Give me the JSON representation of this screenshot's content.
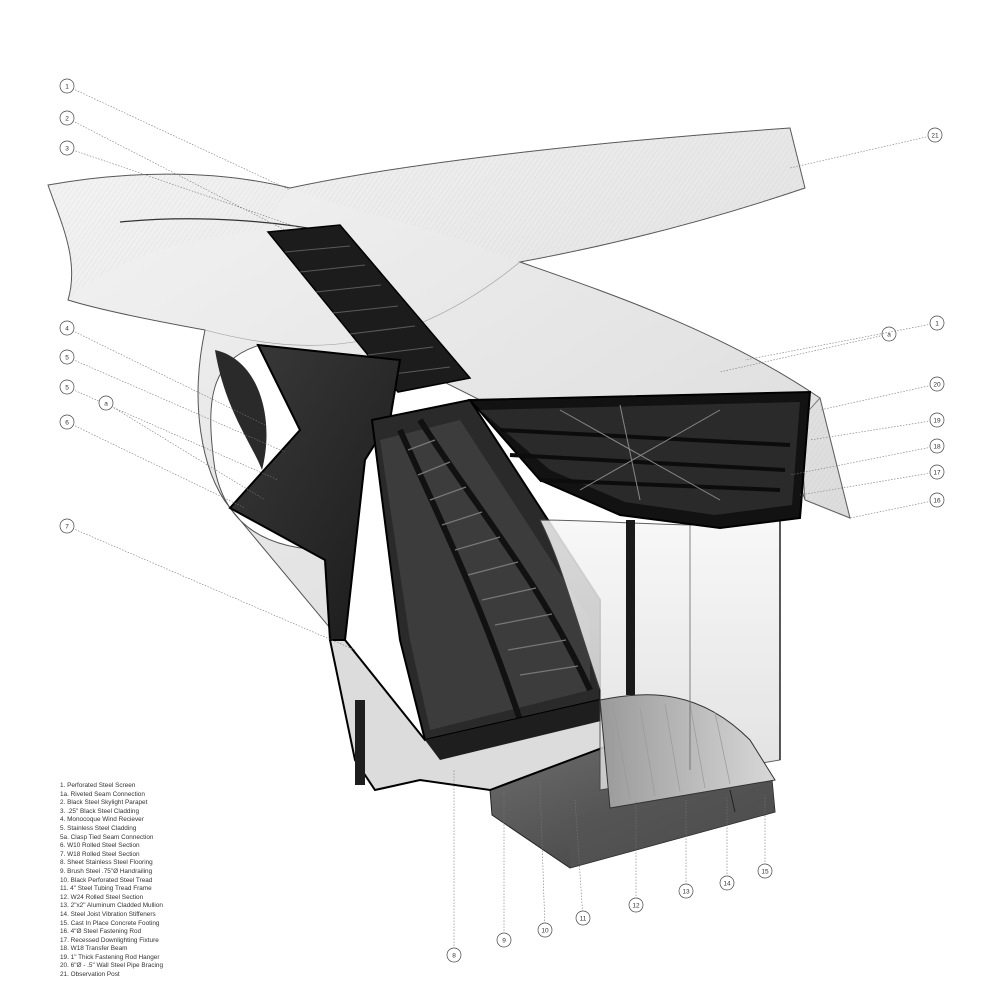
{
  "callout_labels": [
    "1",
    "2",
    "3",
    "21",
    "a",
    "1",
    "4",
    "5",
    "5",
    "a",
    "6",
    "20",
    "19",
    "18",
    "17",
    "16",
    "7",
    "8",
    "9",
    "10",
    "11",
    "12",
    "13",
    "14",
    "15"
  ],
  "legend": [
    "1. Perforated Steel Screen",
    "1a. Riveted Seam Connection",
    "2. Black Steel Skylight Parapet",
    "3. .25\" Black Steel Cladding",
    "4. Monocoque Wind Reciever",
    "5. Stainless Steel Cladding",
    "5a. Clasp Tied Seam Connection",
    "6. W10 Rolled Steel Section",
    "7. W18 Rolled Steel Section",
    "8. Sheet Stainless Steel Flooring",
    "9. Brush Steel .75\"Ø Handrailing",
    "10. Black Perforated Steel Tread",
    "11. 4\" Steel Tubing Tread Frame",
    "12. W24 Rolled Steel Section",
    "13. 2\"x2\" Aluminum Cladded Mullion",
    "14. Steel Joist Vibration Stiffeners",
    "15. Cast In Place Concrete Footing",
    "16. 4\"Ø Steel Fastening Rod",
    "17. Recessed Downlighting Fixture",
    "18. W18 Transfer Beam",
    "19. 1\" Thick Fastening Rod Hanger",
    "20. 6\"Ø - .5\" Wall Steel Pipe Bracing",
    "21. Observation Post"
  ]
}
